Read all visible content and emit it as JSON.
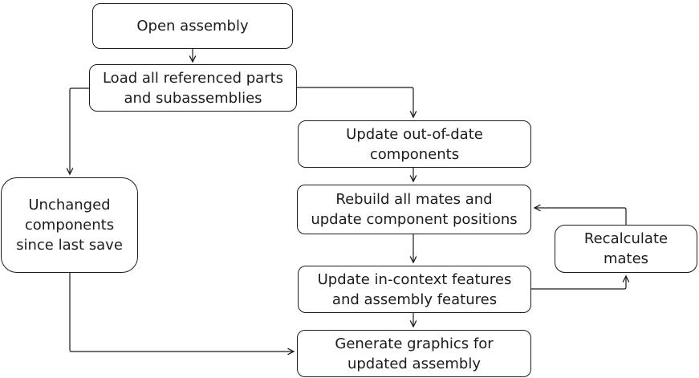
{
  "diagram_type": "flowchart",
  "colors": {
    "background": "#ffffff",
    "line": "#1c1c1c",
    "text": "#1c1c1c",
    "node_fill": "#ffffff"
  },
  "nodes": {
    "open_assembly": {
      "label": "Open assembly",
      "lines": [
        "Open assembly"
      ]
    },
    "load_parts": {
      "label": "Load all referenced parts and subassemblies",
      "lines": [
        "Load all referenced parts",
        "and subassemblies"
      ]
    },
    "unchanged_components": {
      "label": "Unchanged components since last save",
      "lines": [
        "Unchanged",
        "components",
        "since last save"
      ]
    },
    "update_out_of_date": {
      "label": "Update out-of-date components",
      "lines": [
        "Update out-of-date",
        "components"
      ]
    },
    "rebuild_mates": {
      "label": "Rebuild all mates and update component positions",
      "lines": [
        "Rebuild all mates and",
        "update component positions"
      ]
    },
    "recalculate_mates": {
      "label": "Recalculate mates",
      "lines": [
        "Recalculate",
        "mates"
      ]
    },
    "update_in_context": {
      "label": "Update in-context features and assembly features",
      "lines": [
        "Update in-context features",
        "and assembly features"
      ]
    },
    "generate_graphics": {
      "label": "Generate graphics for updated assembly",
      "lines": [
        "Generate graphics for",
        "updated assembly"
      ]
    }
  },
  "edges": [
    {
      "from": "open_assembly",
      "to": "load_parts"
    },
    {
      "from": "load_parts",
      "to": "unchanged_components"
    },
    {
      "from": "load_parts",
      "to": "update_out_of_date"
    },
    {
      "from": "update_out_of_date",
      "to": "rebuild_mates"
    },
    {
      "from": "rebuild_mates",
      "to": "update_in_context"
    },
    {
      "from": "update_in_context",
      "to": "generate_graphics"
    },
    {
      "from": "unchanged_components",
      "to": "generate_graphics"
    },
    {
      "from": "update_in_context",
      "to": "recalculate_mates"
    },
    {
      "from": "recalculate_mates",
      "to": "rebuild_mates"
    }
  ]
}
